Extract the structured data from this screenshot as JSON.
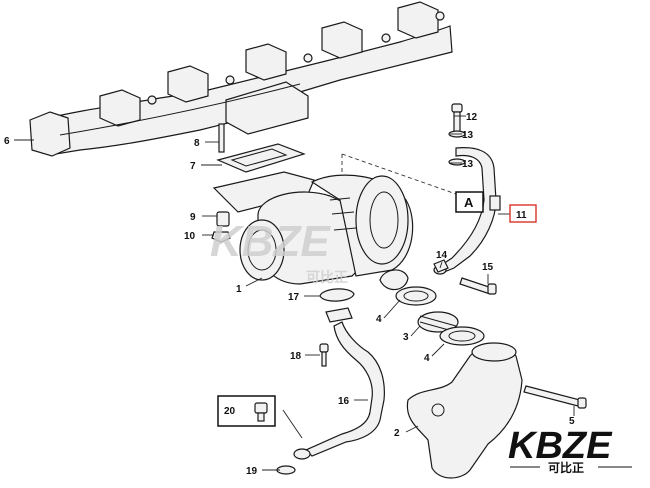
{
  "callouts": [
    {
      "id": "c1",
      "label": "1"
    },
    {
      "id": "c2",
      "label": "2"
    },
    {
      "id": "c3",
      "label": "3"
    },
    {
      "id": "c4a",
      "label": "4"
    },
    {
      "id": "c4b",
      "label": "4"
    },
    {
      "id": "c5",
      "label": "5"
    },
    {
      "id": "c6",
      "label": "6"
    },
    {
      "id": "c7",
      "label": "7"
    },
    {
      "id": "c8",
      "label": "8"
    },
    {
      "id": "c9",
      "label": "9"
    },
    {
      "id": "c10",
      "label": "10"
    },
    {
      "id": "c11",
      "label": "11"
    },
    {
      "id": "c12",
      "label": "12"
    },
    {
      "id": "c13a",
      "label": "13"
    },
    {
      "id": "c13b",
      "label": "13"
    },
    {
      "id": "c14",
      "label": "14"
    },
    {
      "id": "c15",
      "label": "15"
    },
    {
      "id": "c16",
      "label": "16"
    },
    {
      "id": "c17",
      "label": "17"
    },
    {
      "id": "c18",
      "label": "18"
    },
    {
      "id": "c19",
      "label": "19"
    },
    {
      "id": "c20",
      "label": "20"
    }
  ],
  "view_marker": {
    "label": "A"
  },
  "watermark_center": {
    "text": "KBZE",
    "sub": "可比正"
  },
  "logo": {
    "text": "KBZE",
    "sub": "可比正",
    "accent": "#111111"
  },
  "colors": {
    "highlight_box": "#d9342b",
    "line": "#1a1a1a",
    "part_fill": "#f2f2f2"
  }
}
